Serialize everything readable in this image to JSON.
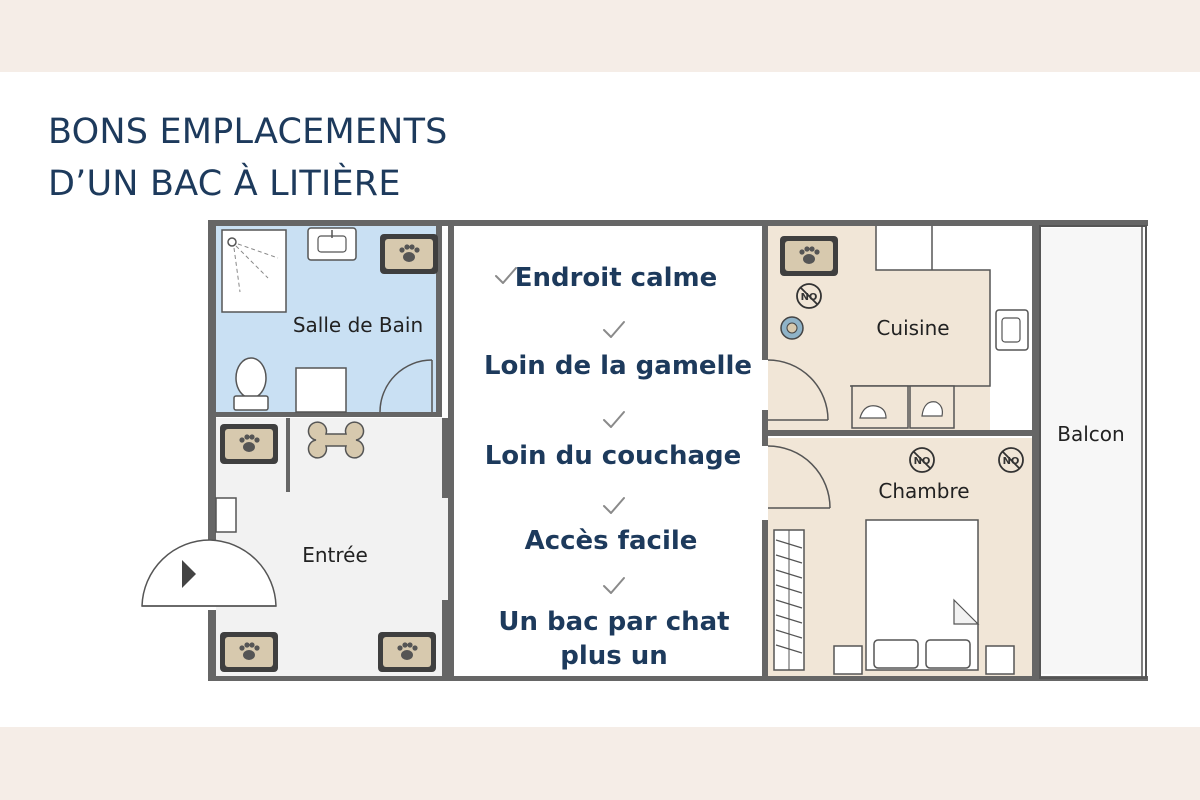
{
  "title": {
    "line1": "BONS EMPLACEMENTS",
    "line2": "D’UN BAC À LITIÈRE"
  },
  "rooms": {
    "bathroom": "Salle de Bain",
    "entrance": "Entrée",
    "kitchen": "Cuisine",
    "bedroom": "Chambre",
    "balcony": "Balcon"
  },
  "tips": [
    "Endroit calme",
    "Loin de la gamelle",
    "Loin du couchage",
    "Accès facile",
    "Un bac par chat",
    "plus un"
  ],
  "no_symbol_text": "NO",
  "icons": [
    "litter-box-paw-icon",
    "no-symbol-icon",
    "bone-icon",
    "check-icon",
    "food-bowl-icon",
    "cat-icon",
    "entrance-arrow-icon"
  ],
  "colors": {
    "bathroom_fill": "#c9e0f3",
    "kitchen_fill": "#f1e6d7",
    "bedroom_fill": "#f1e6d7",
    "entrance_fill": "#f2f2f2",
    "litter_fill": "#d7c9ae",
    "text_navy": "#1d3a5c"
  }
}
